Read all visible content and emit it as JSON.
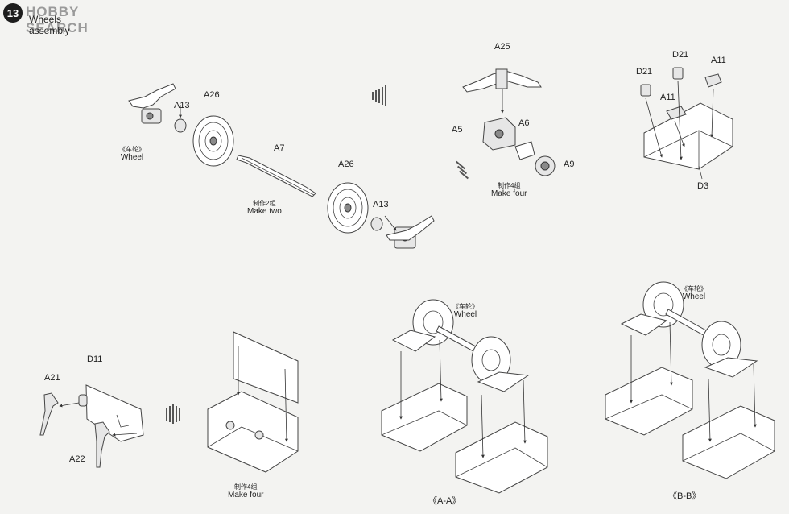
{
  "header": {
    "step_number": "13",
    "watermark": "HOBBY SEARCH",
    "title": "Wheels assembly"
  },
  "panel_wheel": {
    "labels": {
      "a13_left": "A13",
      "a26_left": "A26",
      "a7": "A7",
      "a26_right": "A26",
      "a13_right": "A13"
    },
    "side_caption": {
      "zh": "《车轮》",
      "en": "Wheel"
    },
    "caption": {
      "zh": "制作2组",
      "en": "Make two"
    }
  },
  "panel_axlebox": {
    "labels": {
      "a25": "A25",
      "a5": "A5",
      "a6": "A6",
      "a9": "A9"
    },
    "caption": {
      "zh": "制作4组",
      "en": "Make four"
    }
  },
  "panel_stand": {
    "labels": {
      "d21_left": "D21",
      "d21_right": "D21",
      "a11_top": "A11",
      "a11_mid": "A11",
      "d3": "D3"
    }
  },
  "panel_bracket": {
    "labels": {
      "d11": "D11",
      "a21": "A21",
      "a22": "A22"
    },
    "caption": {
      "zh": "制作4组",
      "en": "Make four"
    }
  },
  "panel_aa": {
    "wheel_caption": {
      "zh": "《车轮》",
      "en": "Wheel"
    },
    "section_label": "《A-A》"
  },
  "panel_bb": {
    "wheel_caption": {
      "zh": "《车轮》",
      "en": "Wheel"
    },
    "section_label": "《B-B》"
  }
}
